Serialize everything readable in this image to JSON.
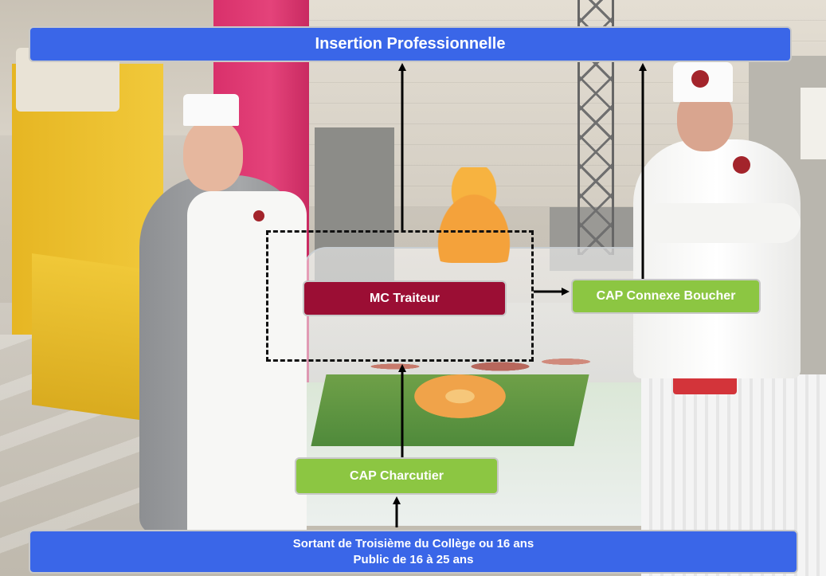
{
  "diagram": {
    "top_box": {
      "label": "Insertion Professionnelle"
    },
    "mc_box": {
      "label": "MC Traiteur"
    },
    "cap_connexe_box": {
      "label": "CAP Connexe Boucher"
    },
    "cap_charcutier_box": {
      "label": "CAP Charcutier"
    },
    "bottom_box": {
      "line1": "Sortant de Troisième du Collège ou 16 ans",
      "line2": "Public de 16 à 25 ans"
    }
  },
  "colors": {
    "blue_box": "#3a66e8",
    "green_box": "#8cc642",
    "maroon_box": "#9b0e34",
    "arrow": "#000000"
  }
}
